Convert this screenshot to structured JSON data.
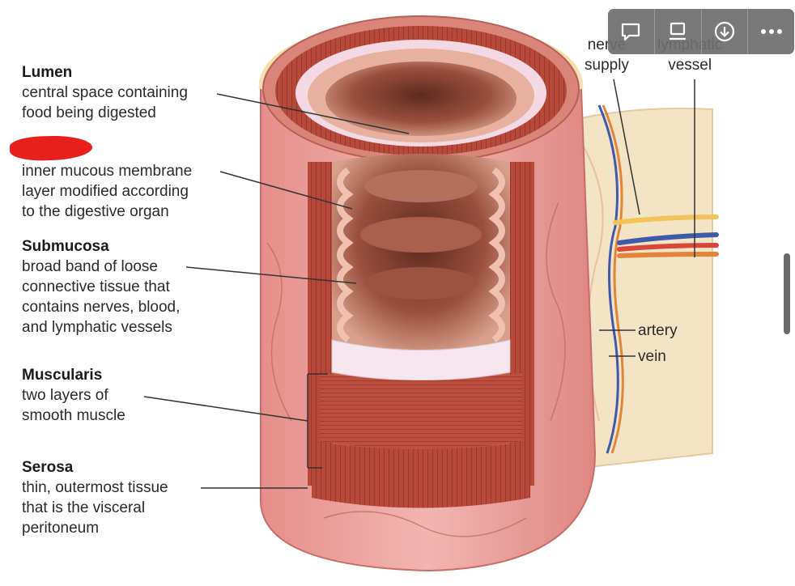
{
  "labels": {
    "lumen": {
      "title": "Lumen",
      "lines": [
        "central space containing",
        "food being digested"
      ]
    },
    "mucosa": {
      "title": "",
      "lines": [
        "inner mucous membrane",
        "layer modified according",
        "to the digestive organ"
      ]
    },
    "submucosa": {
      "title": "Submucosa",
      "lines": [
        "broad band of loose",
        "connective tissue that",
        "contains nerves, blood,",
        "and lymphatic vessels"
      ]
    },
    "muscularis": {
      "title": "Muscularis",
      "lines": [
        "two layers of",
        "smooth muscle"
      ]
    },
    "serosa": {
      "title": "Serosa",
      "lines": [
        "thin, outermost tissue",
        "that is the visceral",
        "peritoneum"
      ]
    }
  },
  "side_labels": {
    "nerve_supply": [
      "nerve",
      "supply"
    ],
    "lymphatic_vessel": [
      "lymphatic",
      "vessel"
    ],
    "artery": "artery",
    "vein": "vein"
  },
  "toolbar": {
    "buttons": [
      "comment-icon",
      "present-icon",
      "download-icon",
      "more-icon"
    ]
  },
  "colors": {
    "redaction": "#e8201d",
    "tissue_outer": "#e9a3a0",
    "muscle": "#b8463a",
    "mucosa": "#c96a5a",
    "mesentery": "#f3e5c8",
    "artery": "#e2843a",
    "vein": "#3e5aa8",
    "nerve": "#f1c35a",
    "lymph": "#7fb04a"
  }
}
